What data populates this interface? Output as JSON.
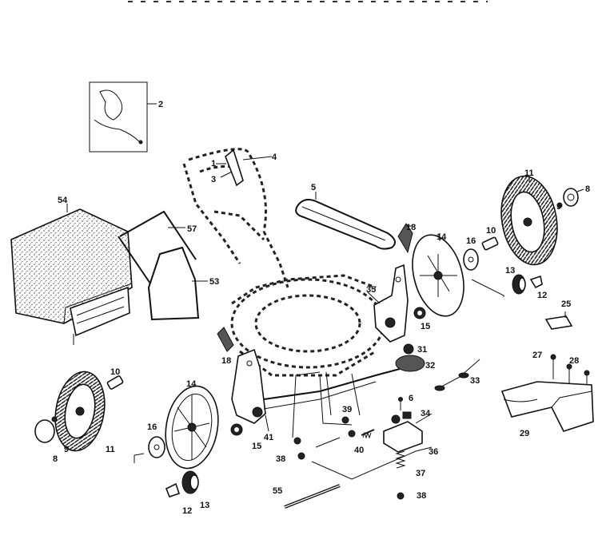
{
  "callouts": [
    {
      "id": "c2",
      "label": "2"
    },
    {
      "id": "c1",
      "label": "1"
    },
    {
      "id": "c3",
      "label": "3"
    },
    {
      "id": "c4",
      "label": "4"
    },
    {
      "id": "c5",
      "label": "5"
    },
    {
      "id": "c11a",
      "label": "11"
    },
    {
      "id": "c8a",
      "label": "8"
    },
    {
      "id": "c9a",
      "label": "9"
    },
    {
      "id": "c54",
      "label": "54"
    },
    {
      "id": "c57",
      "label": "57"
    },
    {
      "id": "c53",
      "label": "53"
    },
    {
      "id": "c16a",
      "label": "16"
    },
    {
      "id": "c14a",
      "label": "14"
    },
    {
      "id": "c18b",
      "label": "18"
    },
    {
      "id": "c10a",
      "label": "10"
    },
    {
      "id": "c13a",
      "label": "13"
    },
    {
      "id": "c12a",
      "label": "12"
    },
    {
      "id": "c35",
      "label": "35"
    },
    {
      "id": "c15a",
      "label": "15"
    },
    {
      "id": "c25",
      "label": "25"
    },
    {
      "id": "c31",
      "label": "31"
    },
    {
      "id": "c32",
      "label": "32"
    },
    {
      "id": "c27",
      "label": "27"
    },
    {
      "id": "c28",
      "label": "28"
    },
    {
      "id": "c33",
      "label": "33"
    },
    {
      "id": "c18a",
      "label": "18"
    },
    {
      "id": "c10b",
      "label": "10"
    },
    {
      "id": "c14b",
      "label": "14"
    },
    {
      "id": "c6",
      "label": "6"
    },
    {
      "id": "c39",
      "label": "39"
    },
    {
      "id": "c34",
      "label": "34"
    },
    {
      "id": "c29",
      "label": "29"
    },
    {
      "id": "c16b",
      "label": "16"
    },
    {
      "id": "c15b",
      "label": "15"
    },
    {
      "id": "c41",
      "label": "41"
    },
    {
      "id": "c40",
      "label": "40"
    },
    {
      "id": "c36",
      "label": "36"
    },
    {
      "id": "c38a",
      "label": "38"
    },
    {
      "id": "c8b",
      "label": "8"
    },
    {
      "id": "c9b",
      "label": "9"
    },
    {
      "id": "c11b",
      "label": "11"
    },
    {
      "id": "c37",
      "label": "37"
    },
    {
      "id": "c55",
      "label": "55"
    },
    {
      "id": "c38b",
      "label": "38"
    },
    {
      "id": "c12b",
      "label": "12"
    },
    {
      "id": "c13b",
      "label": "13"
    }
  ]
}
